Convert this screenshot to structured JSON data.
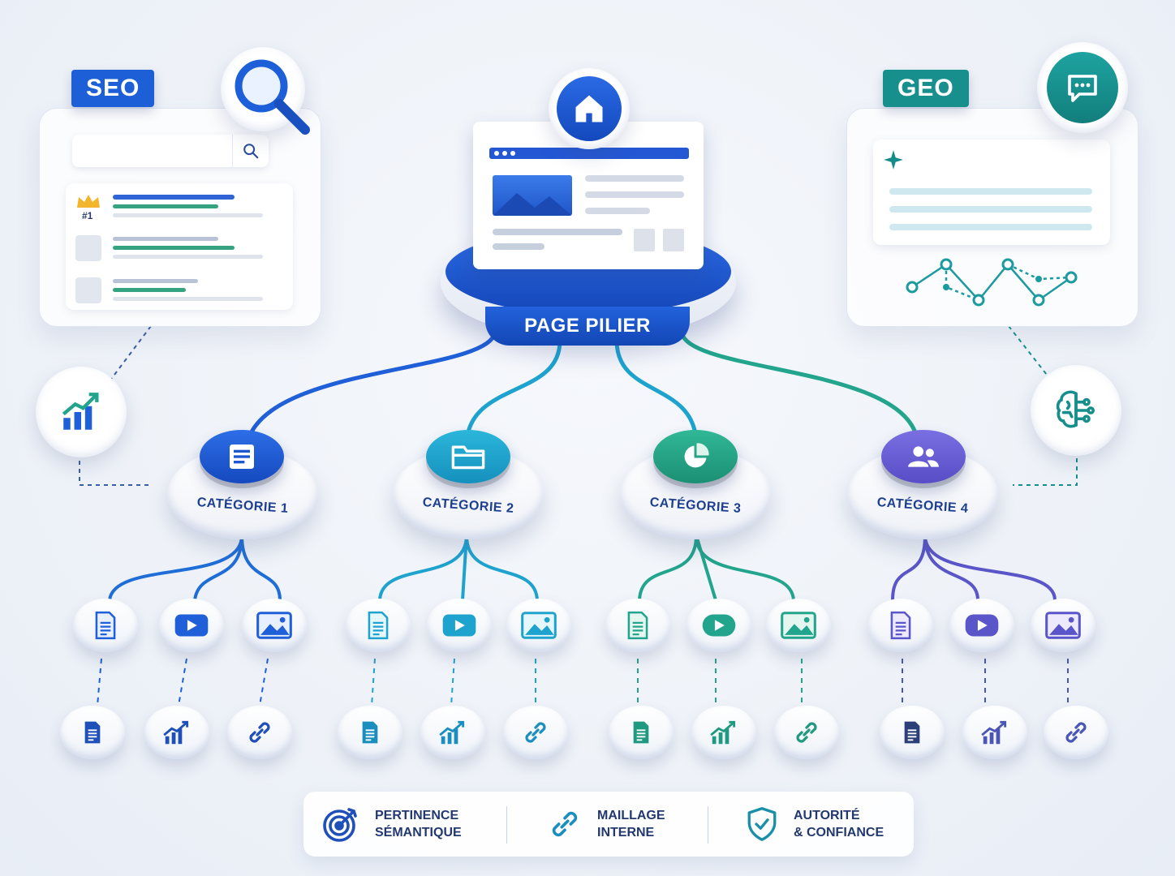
{
  "seo_panel": {
    "tag": "SEO",
    "rank_label": "#1",
    "tag_color": "#1c5fd6"
  },
  "geo_panel": {
    "tag": "GEO",
    "tag_color": "#17908d"
  },
  "pillar": {
    "label": "PAGE PILIER",
    "color": "#1e5bd8"
  },
  "categories": [
    {
      "label": "CATÉGORIE 1",
      "icon": "document-icon",
      "color": "#1f5fd8"
    },
    {
      "label": "CATÉGORIE 2",
      "icon": "folder-icon",
      "color": "#1ea3cf"
    },
    {
      "label": "CATÉGORIE 3",
      "icon": "pie-chart-icon",
      "color": "#22a58c"
    },
    {
      "label": "CATÉGORIE 4",
      "icon": "users-icon",
      "color": "#6a5ed6"
    }
  ],
  "content_icons": [
    "document-icon",
    "video-play-icon",
    "image-icon"
  ],
  "metric_icons": [
    "report-icon",
    "growth-chart-icon",
    "link-icon"
  ],
  "side_icons": {
    "left": "growth-chart-icon",
    "right": "brain-icon",
    "home": "home-icon",
    "search": "search-icon",
    "chat": "chat-icon"
  },
  "legend": [
    {
      "icon": "target-icon",
      "line1": "PERTINENCE",
      "line2": "SÉMANTIQUE"
    },
    {
      "icon": "link-icon",
      "line1": "MAILLAGE",
      "line2": "INTERNE"
    },
    {
      "icon": "shield-check-icon",
      "line1": "AUTORITÉ",
      "line2": "& CONFIANCE"
    }
  ]
}
